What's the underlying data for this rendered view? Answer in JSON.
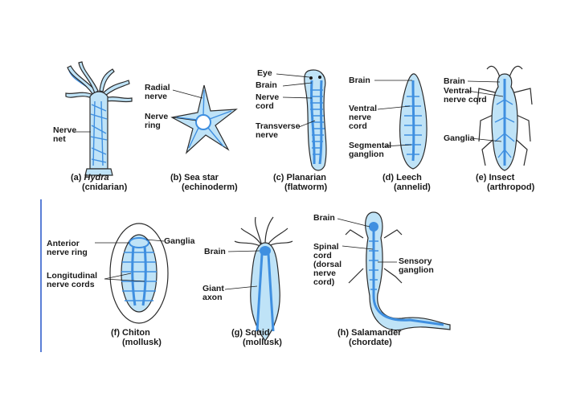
{
  "colors": {
    "body_fill": "#bfe3f7",
    "nerve": "#3f8fe0",
    "outline": "#2b2b2b",
    "side_bar": "#5b7fd6"
  },
  "panels": {
    "hydra": {
      "letter": "(a) ",
      "name": "Hydra",
      "group": "(cnidarian)",
      "labels": {
        "nerve_net": "Nerve\nnet"
      }
    },
    "seastar": {
      "caption1": "(b) Sea star",
      "group": "(echinoderm)",
      "labels": {
        "radial_nerve": "Radial\nnerve",
        "nerve_ring": "Nerve\nring"
      }
    },
    "planarian": {
      "caption1": "(c) Planarian",
      "group": "(flatworm)",
      "labels": {
        "eye": "Eye",
        "brain": "Brain",
        "nerve_cord": "Nerve\ncord",
        "transverse_nerve": "Transverse\nnerve"
      }
    },
    "leech": {
      "caption1": "(d) Leech",
      "group": "(annelid)",
      "labels": {
        "brain": "Brain",
        "ventral_nerve_cord": "Ventral\nnerve\ncord",
        "segmental_ganglion": "Segmental\nganglion"
      }
    },
    "insect": {
      "caption1": "(e) Insect",
      "group": "(arthropod)",
      "labels": {
        "brain": "Brain",
        "ventral_nerve_cord": "Ventral\nnerve cord",
        "ganglia": "Ganglia"
      }
    },
    "chiton": {
      "caption1": "(f) Chiton",
      "group": "(mollusk)",
      "labels": {
        "anterior_nerve_ring": "Anterior\nnerve ring",
        "longitudinal_nerve_cords": "Longitudinal\nnerve cords",
        "ganglia": "Ganglia"
      }
    },
    "squid": {
      "caption1": "(g) Squid",
      "group": "(mollusk)",
      "labels": {
        "brain": "Brain",
        "giant_axon": "Giant\naxon"
      }
    },
    "salamander": {
      "caption1": "(h) Salamander",
      "group": "(chordate)",
      "labels": {
        "brain": "Brain",
        "spinal_cord": "Spinal\ncord\n(dorsal\nnerve\ncord)",
        "sensory_ganglion": "Sensory\nganglion"
      }
    }
  }
}
